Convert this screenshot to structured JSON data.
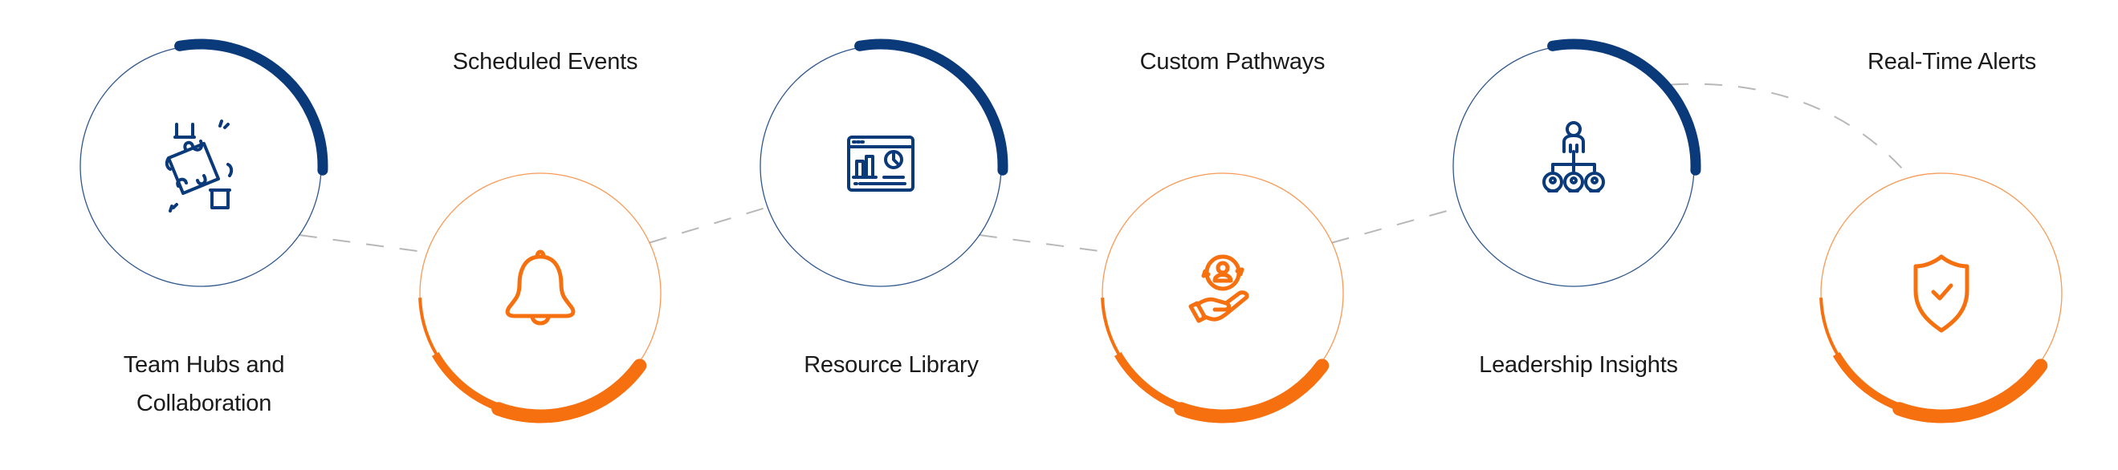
{
  "colors": {
    "blue": "#0b3a7a",
    "orange": "#f7700f",
    "dash": "#b8b8b8",
    "text": "#1b1b1b"
  },
  "steps": [
    {
      "label_line1": "Team Hubs and",
      "label_line2": "Collaboration",
      "icon": "puzzle-hands-icon",
      "theme": "blue"
    },
    {
      "label_line1": "Scheduled Events",
      "icon": "bell-icon",
      "theme": "orange"
    },
    {
      "label_line1": "Resource Library",
      "icon": "dashboard-chart-icon",
      "theme": "blue"
    },
    {
      "label_line1": "Custom Pathways",
      "icon": "hand-user-cycle-icon",
      "theme": "orange"
    },
    {
      "label_line1": "Leadership Insights",
      "icon": "org-hierarchy-icon",
      "theme": "blue"
    },
    {
      "label_line1": "Real-Time Alerts",
      "icon": "shield-check-icon",
      "theme": "orange"
    }
  ]
}
